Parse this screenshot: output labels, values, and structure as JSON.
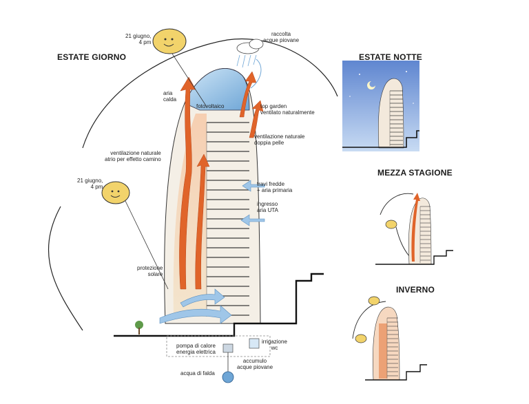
{
  "titles": {
    "summer_day": "ESTATE GIORNO",
    "summer_night": "ESTATE NOTTE",
    "mid_season": "MEZZA STAGIONE",
    "winter": "INVERNO"
  },
  "sun_labels": {
    "top": [
      "21 giugno,",
      "4 pm"
    ],
    "left": [
      "21 giugno,",
      "4 pm"
    ]
  },
  "annotations": {
    "rain_collection": [
      "raccolta",
      "acque piovane"
    ],
    "hot_air": [
      "aria",
      "calda"
    ],
    "photovoltaic": "fotovoltaico",
    "top_garden": [
      "top garden",
      "ventilato naturalmente"
    ],
    "double_skin": [
      "ventilazione naturale",
      "doppia pelle"
    ],
    "atrium_ventilation": [
      "ventilazione naturale",
      "atrio per effetto camino"
    ],
    "cold_beams": [
      "travi fredde",
      "+ aria primaria"
    ],
    "ahu_inlet": [
      "ingresso",
      "aria UTA"
    ],
    "solar_protection": [
      "protezione",
      "solare"
    ],
    "heat_pump": [
      "pompa di calore",
      "energia elettrica"
    ],
    "irrigation": [
      "irrigazione",
      "wc"
    ],
    "rain_storage": [
      "accumulo",
      "acque piovane"
    ],
    "groundwater": "acqua di falda"
  },
  "colors": {
    "arrow_hot": "#e0642a",
    "arrow_cool": "#7fb3dc",
    "sky_night": "#8fb3e6",
    "glass": "#9cc8e8",
    "sun_fill": "#f2d36b",
    "floor_slab": "#3a3a3a",
    "ground": "#111111"
  },
  "icons": [
    "sun-icon",
    "moon-icon",
    "star-icon",
    "cloud-icon",
    "rain-icon",
    "tree-icon",
    "pump-icon",
    "tank-icon"
  ]
}
